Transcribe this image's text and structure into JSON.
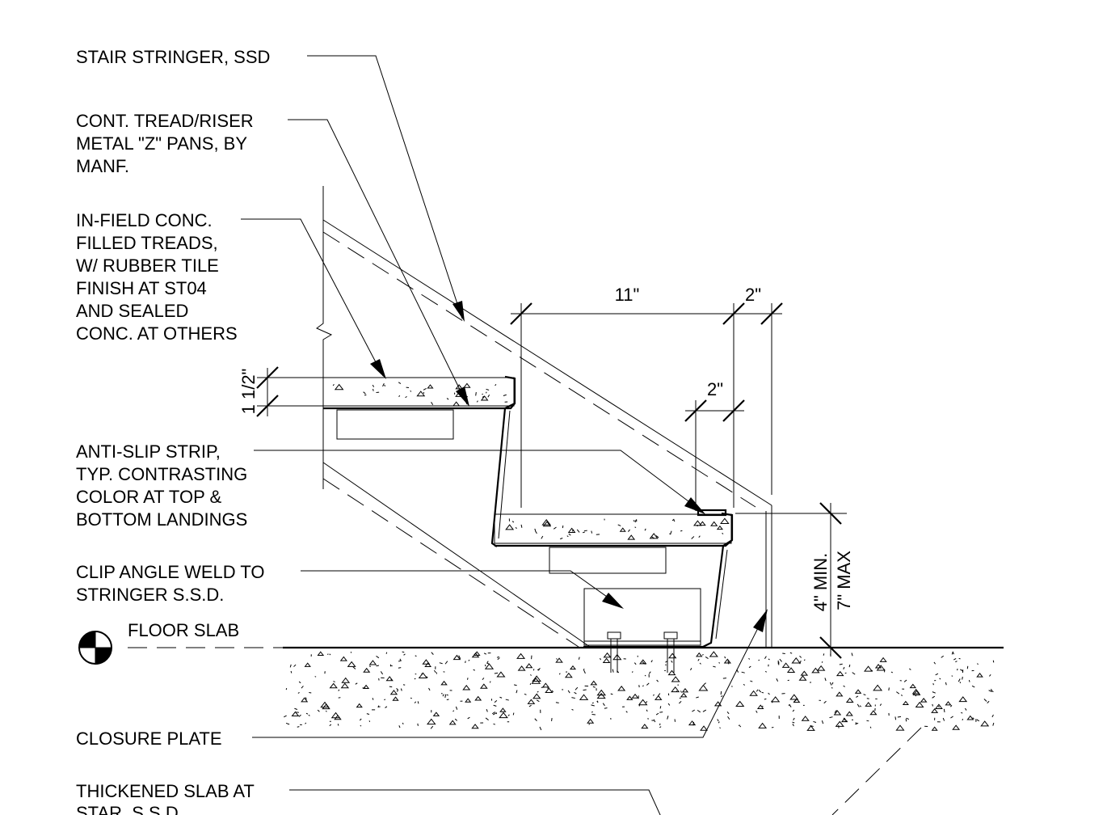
{
  "notes": {
    "stair_stringer": "STAIR STRINGER, SSD",
    "tread_riser": [
      "CONT. TREAD/RISER",
      "METAL \"Z\" PANS, BY",
      "MANF."
    ],
    "infield_conc": [
      "IN-FIELD CONC.",
      "FILLED TREADS,",
      "W/ RUBBER TILE",
      "FINISH AT ST04",
      "AND SEALED",
      "CONC. AT OTHERS"
    ],
    "anti_slip": [
      "ANTI-SLIP STRIP,",
      "TYP. CONTRASTING",
      "COLOR AT TOP &",
      "BOTTOM LANDINGS"
    ],
    "clip_angle": [
      "CLIP ANGLE WELD TO",
      "STRINGER S.S.D."
    ],
    "floor_slab": "FLOOR SLAB",
    "closure_plate": "CLOSURE PLATE",
    "thickened_slab": [
      "THICKENED SLAB AT",
      "STAR, S.S.D."
    ]
  },
  "dimensions": {
    "tread_depth": "11\"",
    "nosing_top": "2\"",
    "nosing_offset": "2\"",
    "tread_thickness": "1 1/2\"",
    "riser_min": "4\" MIN.",
    "riser_max": "7\" MAX"
  }
}
